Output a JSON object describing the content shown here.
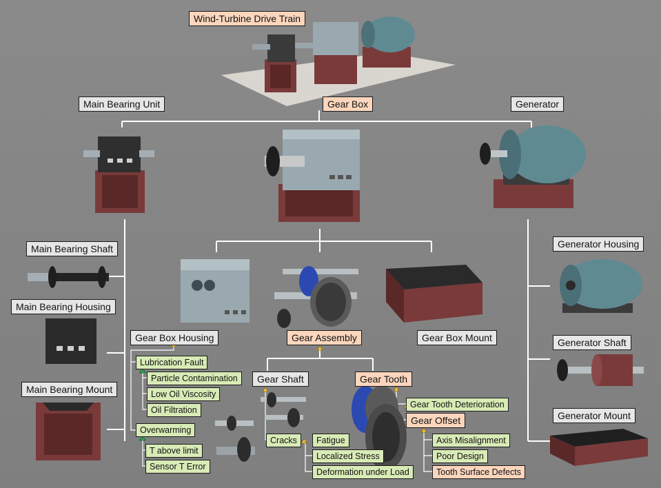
{
  "root": {
    "title": "Wind-Turbine Drive Train"
  },
  "level1": {
    "main_bearing_unit": "Main Bearing Unit",
    "gear_box": "Gear Box",
    "generator": "Generator"
  },
  "main_bearing": {
    "shaft": "Main Bearing Shaft",
    "housing": "Main Bearing Housing",
    "mount": "Main Bearing Mount"
  },
  "gear_box": {
    "housing": "Gear Box Housing",
    "assembly": "Gear Assembly",
    "mount": "Gear Box Mount",
    "gear_shaft": "Gear Shaft",
    "gear_tooth": "Gear Tooth"
  },
  "generator": {
    "housing": "Generator Housing",
    "shaft": "Generator Shaft",
    "mount": "Generator Mount"
  },
  "housing_faults": {
    "lubrication_fault": "Lubrication Fault",
    "particle_contamination": "Particle Contamination",
    "low_oil_viscosity": "Low Oil Viscosity",
    "oil_filtration": "Oil Filtration",
    "overwarming": "Overwarming",
    "t_above_limit": "T above limit",
    "sensor_t_error": "Sensor T Error"
  },
  "shaft_faults": {
    "cracks": "Cracks",
    "fatigue": "Fatigue",
    "localized_stress": "Localized Stress",
    "deformation": "Deformation under Load"
  },
  "tooth_faults": {
    "deterioration": "Gear Tooth Deterioration",
    "gear_offset": "Gear Offset",
    "axis_misalignment": "Axis Misalignment",
    "poor_design": "Poor Design",
    "surface_defects": "Tooth Surface Defects"
  },
  "colors": {
    "background": "#858585",
    "label_gray": "#e6e6e6",
    "label_peach": "#fbd6bd",
    "label_green": "#d8ebb6",
    "machine_body": "#8fa3ad",
    "mount": "#7a3a3a",
    "gear_blue": "#2b49b0",
    "connector": "#ffffff"
  }
}
